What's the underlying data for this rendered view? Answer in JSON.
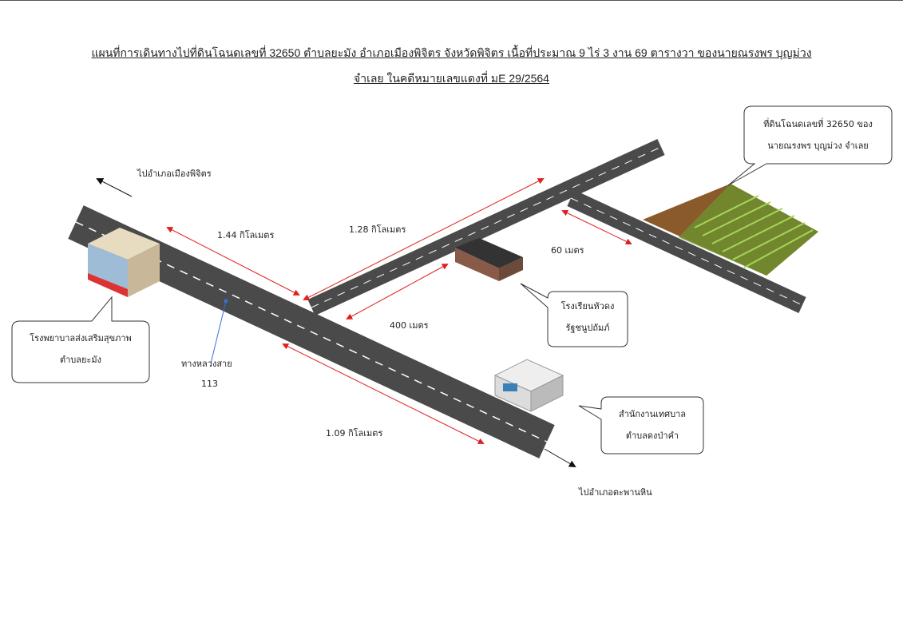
{
  "title": {
    "line1": "แผนที่การเดินทางไปที่ดินโฉนดเลขที่ 32650 ตำบลยะมัง อำเภอเมืองพิจิตร จังหวัดพิจิตร เนื้อที่ประมาณ 9 ไร่ 3 งาน 69 ตารางวา ของนายณรงพร บุญม่วง",
    "line2": "จำเลย ในคดีหมายเลขแดงที่ มE 29/2564"
  },
  "directions": {
    "to_mueang": "ไปอำเภอเมืองพิจิตร",
    "to_taphan_hin": "ไปอำเภอตะพานหิน"
  },
  "distances": {
    "d1": "1.44 กิโลเมตร",
    "d2": "1.28 กิโลเมตร",
    "d3": "60 เมตร",
    "d4": "400 เมตร",
    "d5": "1.09 กิโลเมตร"
  },
  "highway": {
    "line1": "ทางหลวงสาย",
    "line2": "113"
  },
  "callouts": {
    "land": {
      "line1": "ที่ดินโฉนดเลขที่ 32650 ของ",
      "line2": "นายณรงพร บุญม่วง จำเลย"
    },
    "hospital": {
      "line1": "โรงพยาบาลส่งเสริมสุขภาพ",
      "line2": "ตำบลยะมัง"
    },
    "school": {
      "line1": "โรงเรียนหัวดง",
      "line2": "รัฐชนูปถัมภ์"
    },
    "municipal": {
      "line1": "สำนักงานเทศบาล",
      "line2": "ตำบลดงป่าคำ"
    }
  },
  "colors": {
    "road": "#4a4a4a",
    "arrow": "#e02020",
    "field": "#8b5a2b",
    "crop": "#7cb342"
  }
}
